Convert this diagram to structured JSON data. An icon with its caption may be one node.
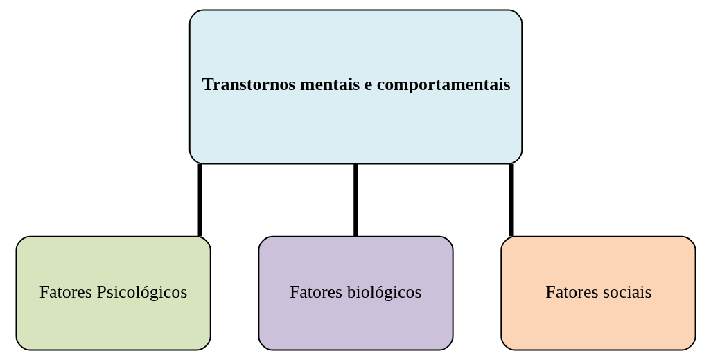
{
  "diagram": {
    "nodes": [
      {
        "text": [
          "Transtornos mentais e comportamentais"
        ]
      },
      {
        "text": [
          "Fatores Psicológicos"
        ]
      },
      {
        "text": [
          "Fatores biológicos"
        ]
      },
      {
        "text": [
          "Fatores sociais"
        ]
      }
    ],
    "edges": [
      {
        "from": 0,
        "to": 1,
        "arrow": "none"
      },
      {
        "from": 0,
        "to": 2,
        "arrow": "none"
      },
      {
        "from": 0,
        "to": 3,
        "arrow": "none"
      }
    ]
  }
}
